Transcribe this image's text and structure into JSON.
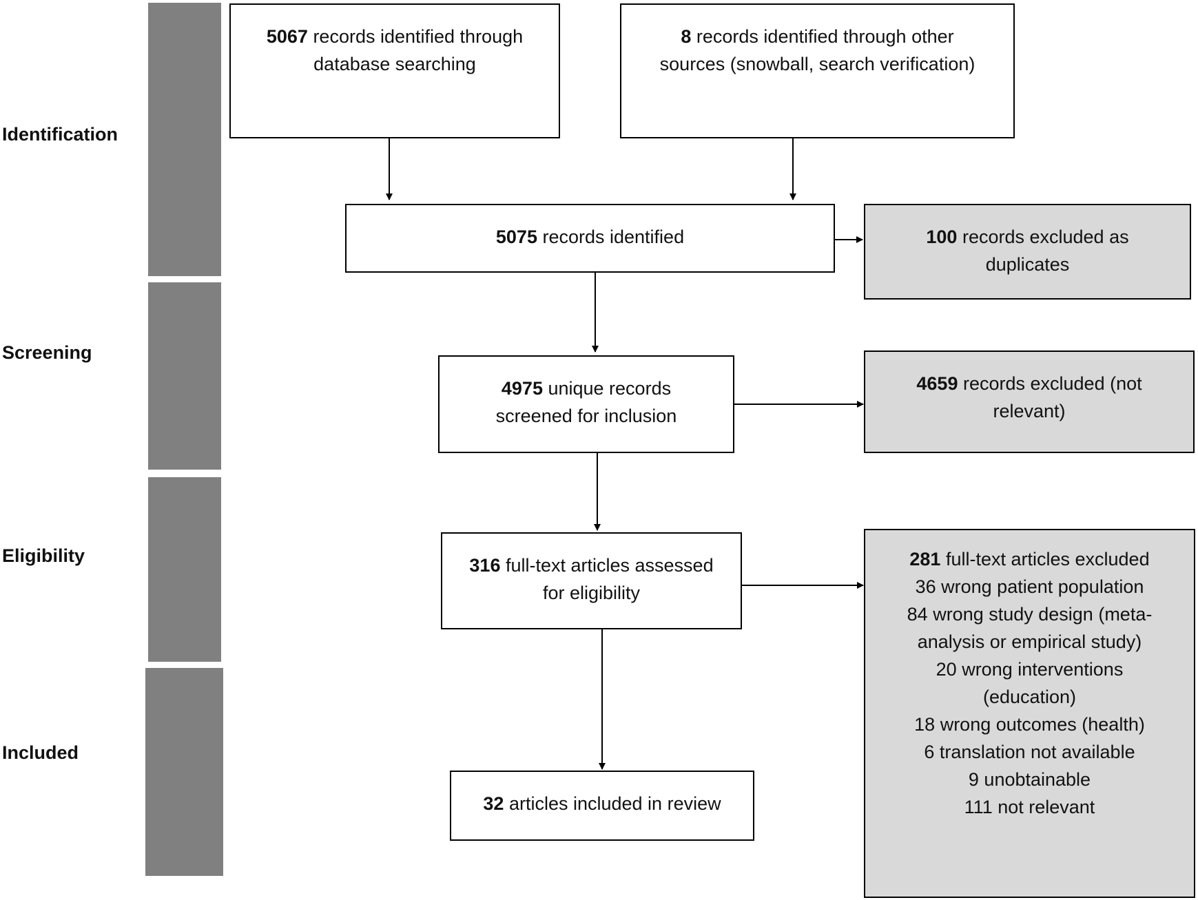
{
  "stages": {
    "identification": "Identification",
    "screening": "Screening",
    "eligibility": "Eligibility",
    "included": "Included"
  },
  "boxes": {
    "database": {
      "count": "5067",
      "line1_rest": " records identified through",
      "line2": "database searching"
    },
    "other": {
      "count": "8",
      "line1_rest": " records identified through other",
      "line2": "sources (snowball, search verification)"
    },
    "identified": {
      "count": "5075",
      "rest": " records identified"
    },
    "duplicates": {
      "count": "100",
      "line1_rest": " records excluded as",
      "line2": "duplicates"
    },
    "screened": {
      "count": "4975",
      "line1_rest": " unique records",
      "line2": "screened for inclusion"
    },
    "not_relevant": {
      "count": "4659",
      "line1_rest": " records excluded (not",
      "line2": "relevant)"
    },
    "fulltext": {
      "count": "316",
      "line1_rest": " full-text articles assessed",
      "line2": "for eligibility"
    },
    "fulltext_excluded": {
      "count": "281",
      "line1_rest": " full-text articles excluded",
      "reasons": [
        "36 wrong patient population",
        "84 wrong study design (meta-",
        "analysis or empirical study)",
        "20 wrong interventions",
        "(education)",
        "18 wrong outcomes (health)",
        "6 translation not available",
        "9 unobtainable",
        "111 not relevant"
      ]
    },
    "included": {
      "count": "32",
      "rest": " articles included in review"
    }
  }
}
